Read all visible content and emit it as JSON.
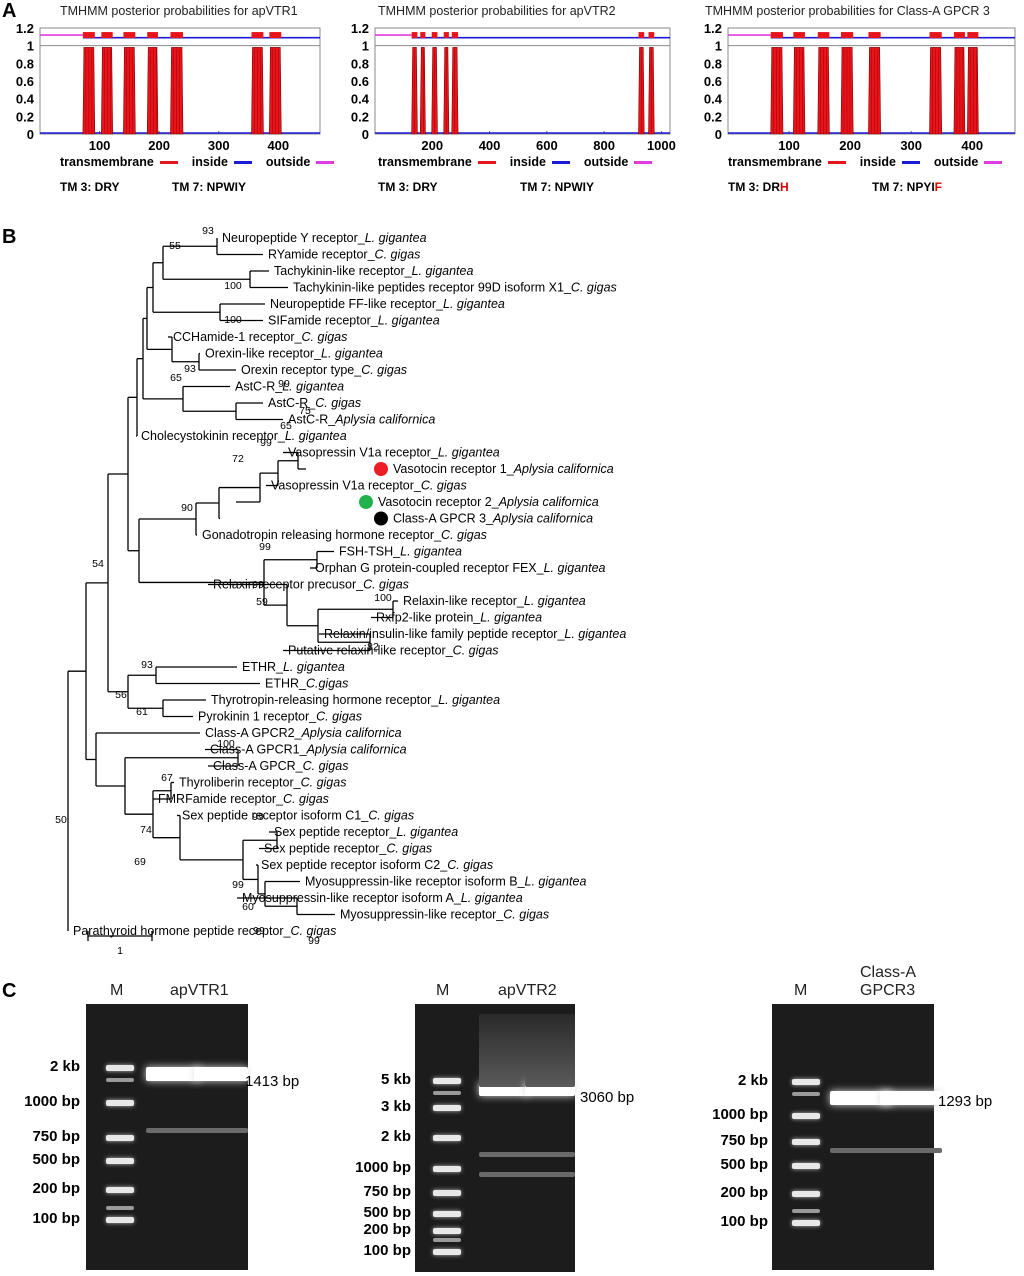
{
  "panel_labels": {
    "a": "A",
    "b": "B",
    "c": "C"
  },
  "panel_a": {
    "legend": {
      "transmembrane": "transmembrane",
      "inside": "inside",
      "outside": "outside"
    },
    "colors": {
      "transmembrane": "#e8141b",
      "inside": "#1b1bd6",
      "outside": "#e33be3",
      "line": "#8a8a8a"
    },
    "plots": [
      {
        "title": "TMHMM posterior probabilities for apVTR1",
        "y_ticks": [
          "1.2",
          "1",
          "0.8",
          "0.6",
          "0.4",
          "0.2",
          "0"
        ],
        "x_ticks": [
          "100",
          "200",
          "300",
          "400"
        ],
        "motif_tm3": "TM 3: DRY",
        "motif_tm7_prefix": "TM 7: NPWIY",
        "motif_tm7_red": ""
      },
      {
        "title": "TMHMM posterior probabilities for apVTR2",
        "y_ticks": [
          "1.2",
          "1",
          "0.8",
          "0.6",
          "0.4",
          "0.2",
          "0"
        ],
        "x_ticks": [
          "200",
          "400",
          "600",
          "800",
          "1000"
        ],
        "motif_tm3": "TM 3: DRY",
        "motif_tm7_prefix": "TM 7: NPWIY",
        "motif_tm7_red": ""
      },
      {
        "title": "TMHMM posterior probabilities for Class-A GPCR 3",
        "y_ticks": [
          "1.2",
          "1",
          "0.8",
          "0.6",
          "0.4",
          "0.2",
          "0"
        ],
        "x_ticks": [
          "100",
          "200",
          "300",
          "400"
        ],
        "motif_tm3_prefix": "TM 3: DR",
        "motif_tm3_red": "H",
        "motif_tm7_prefix": "TM 7: NPYI",
        "motif_tm7_red": "F"
      }
    ]
  },
  "panel_b": {
    "scale_label": "1",
    "marker_colors": {
      "red": "#ee1c24",
      "green": "#22b14c",
      "black": "#000000"
    },
    "taxa": [
      {
        "name": "Neuropeptide Y receptor_",
        "species": "L. gigantea"
      },
      {
        "name": "RYamide receptor_",
        "species": "C. gigas"
      },
      {
        "name": "Tachykinin-like receptor_",
        "species": "L. gigantea"
      },
      {
        "name": "Tachykinin-like peptides receptor 99D isoform X1_",
        "species": "C. gigas"
      },
      {
        "name": "Neuropeptide FF-like receptor_",
        "species": "L. gigantea"
      },
      {
        "name": "SIFamide receptor_",
        "species": "L. gigantea"
      },
      {
        "name": "CCHamide-1 receptor_",
        "species": "C. gigas"
      },
      {
        "name": "Orexin-like receptor_",
        "species": "L. gigantea"
      },
      {
        "name": "Orexin receptor type_",
        "species": "C. gigas"
      },
      {
        "name": "AstC-R_",
        "species": "L. gigantea"
      },
      {
        "name": "AstC-R_",
        "species": "C. gigas"
      },
      {
        "name": "AstC-R_",
        "species": "Aplysia californica"
      },
      {
        "name": "Cholecystokinin receptor_",
        "species": "L. gigantea"
      },
      {
        "name": "Vasopressin V1a receptor_",
        "species": "L. gigantea"
      },
      {
        "name": "Vasotocin receptor 1_",
        "species": "Aplysia californica",
        "marker": "red"
      },
      {
        "name": "Vasopressin V1a receptor_",
        "species": "C. gigas"
      },
      {
        "name": "Vasotocin receptor 2_",
        "species": "Aplysia californica",
        "marker": "green"
      },
      {
        "name": "Class-A GPCR 3_",
        "species": "Aplysia californica",
        "marker": "black"
      },
      {
        "name": "Gonadotropin releasing hormone receptor_",
        "species": "C. gigas"
      },
      {
        "name": "FSH-TSH_",
        "species": "L. gigantea"
      },
      {
        "name": "Orphan G protein-coupled receptor FEX_",
        "species": "L. gigantea"
      },
      {
        "name": "Relaxin receptor precusor_",
        "species": "C. gigas"
      },
      {
        "name": "Relaxin-like receptor_",
        "species": "L. gigantea"
      },
      {
        "name": "Rxfp2-like protein_",
        "species": "L. gigantea"
      },
      {
        "name": "Relaxin/insulin-like family peptide receptor_",
        "species": "L. gigantea"
      },
      {
        "name": "Putative relaxin-like receptor_",
        "species": "C. gigas"
      },
      {
        "name": "ETHR_",
        "species": "L. gigantea"
      },
      {
        "name": "ETHR_",
        "species": "C.gigas"
      },
      {
        "name": "Thyrotropin-releasing hormone receptor_",
        "species": "L. gigantea"
      },
      {
        "name": "Pyrokinin 1 receptor_",
        "species": "C. gigas"
      },
      {
        "name": "Class-A GPCR2_",
        "species": "Aplysia californica"
      },
      {
        "name": "Class-A GPCR1_",
        "species": "Aplysia californica"
      },
      {
        "name": "Class-A GPCR_",
        "species": "C. gigas"
      },
      {
        "name": "Thyroliberin receptor_",
        "species": "C. gigas"
      },
      {
        "name": "FMRFamide receptor_",
        "species": "C. gigas"
      },
      {
        "name": "Sex peptide receptor isoform C1_",
        "species": "C. gigas"
      },
      {
        "name": "Sex peptide receptor_",
        "species": "L. gigantea"
      },
      {
        "name": "Sex peptide receptor_",
        "species": "C. gigas"
      },
      {
        "name": "Sex peptide receptor isoform C2_",
        "species": "C. gigas"
      },
      {
        "name": "Myosuppressin-like receptor isoform B_",
        "species": "L. gigantea"
      },
      {
        "name": "Myosuppressin-like receptor isoform A_",
        "species": "L. gigantea"
      },
      {
        "name": "Myosuppressin-like receptor_",
        "species": "C. gigas"
      },
      {
        "name": "Parathyroid hormone peptide receptor_",
        "species": "C. gigas"
      }
    ],
    "bootstrap": [
      "93",
      "55",
      "100",
      "100",
      "93",
      "65",
      "99",
      "75",
      "65",
      "99",
      "72",
      "90",
      "99",
      "99",
      "59",
      "100",
      "82",
      "54",
      "93",
      "56",
      "61",
      "100",
      "67",
      "74",
      "69",
      "99",
      "99",
      "60",
      "99",
      "99",
      "50"
    ]
  },
  "panel_c": {
    "gels": [
      {
        "marker": "M",
        "sample": "apVTR1",
        "ladder": [
          "2 kb",
          "1000 bp",
          "750 bp",
          "500 bp",
          "200 bp",
          "100 bp"
        ],
        "product": "1413 bp"
      },
      {
        "marker": "M",
        "sample": "apVTR2",
        "ladder": [
          "5 kb",
          "3 kb",
          "2 kb",
          "1000 bp",
          "750 bp",
          "500 bp",
          "200 bp",
          "100 bp"
        ],
        "product": "3060 bp"
      },
      {
        "marker": "M",
        "sample_line1": "Class-A",
        "sample_line2": "GPCR3",
        "ladder": [
          "2 kb",
          "1000 bp",
          "750 bp",
          "500 bp",
          "200 bp",
          "100 bp"
        ],
        "product": "1293 bp"
      }
    ]
  }
}
